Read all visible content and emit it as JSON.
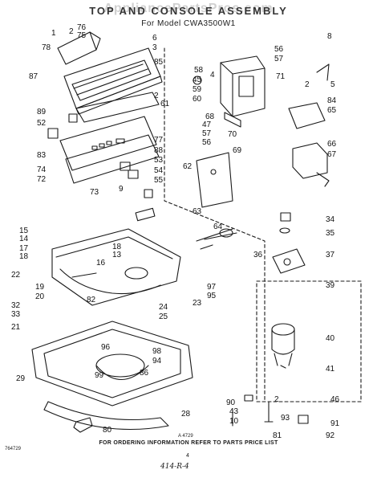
{
  "header": {
    "watermark": "AppliancePartsPros.com",
    "title": "TOP AND CONSOLE ASSEMBLY",
    "model": "For Model CWA3500W1"
  },
  "footer": {
    "note": "FOR ORDERING INFORMATION REFER TO PARTS PRICE LIST",
    "ref_left": "764729",
    "ref_center": "A 4729",
    "page_mark": "4",
    "handwritten": "414-R-4"
  },
  "callouts": [
    {
      "id": "2a",
      "label": "2"
    },
    {
      "id": "76",
      "label": "76"
    },
    {
      "id": "75",
      "label": "75"
    },
    {
      "id": "1",
      "label": "1"
    },
    {
      "id": "78",
      "label": "78"
    },
    {
      "id": "6",
      "label": "6"
    },
    {
      "id": "3",
      "label": "3"
    },
    {
      "id": "85",
      "label": "85"
    },
    {
      "id": "87",
      "label": "87"
    },
    {
      "id": "2b",
      "label": "2"
    },
    {
      "id": "89",
      "label": "89"
    },
    {
      "id": "52",
      "label": "52"
    },
    {
      "id": "83",
      "label": "83"
    },
    {
      "id": "74",
      "label": "74"
    },
    {
      "id": "72",
      "label": "72"
    },
    {
      "id": "73",
      "label": "73"
    },
    {
      "id": "77",
      "label": "77"
    },
    {
      "id": "88",
      "label": "88"
    },
    {
      "id": "53",
      "label": "53"
    },
    {
      "id": "54",
      "label": "54"
    },
    {
      "id": "55",
      "label": "55"
    },
    {
      "id": "9",
      "label": "9"
    },
    {
      "id": "56a",
      "label": "56"
    },
    {
      "id": "57a",
      "label": "57"
    },
    {
      "id": "8",
      "label": "8"
    },
    {
      "id": "58",
      "label": "58"
    },
    {
      "id": "4",
      "label": "4"
    },
    {
      "id": "45",
      "label": "45"
    },
    {
      "id": "59",
      "label": "59"
    },
    {
      "id": "60",
      "label": "60"
    },
    {
      "id": "61",
      "label": "61"
    },
    {
      "id": "68",
      "label": "68"
    },
    {
      "id": "47",
      "label": "47"
    },
    {
      "id": "57b",
      "label": "57"
    },
    {
      "id": "56b",
      "label": "56"
    },
    {
      "id": "70",
      "label": "70"
    },
    {
      "id": "69",
      "label": "69"
    },
    {
      "id": "71",
      "label": "71"
    },
    {
      "id": "2c",
      "label": "2"
    },
    {
      "id": "5",
      "label": "5"
    },
    {
      "id": "84",
      "label": "84"
    },
    {
      "id": "65",
      "label": "65"
    },
    {
      "id": "66",
      "label": "66"
    },
    {
      "id": "67",
      "label": "67"
    },
    {
      "id": "62",
      "label": "62"
    },
    {
      "id": "63",
      "label": "63"
    },
    {
      "id": "64",
      "label": "64"
    },
    {
      "id": "34",
      "label": "34"
    },
    {
      "id": "35",
      "label": "35"
    },
    {
      "id": "36",
      "label": "36"
    },
    {
      "id": "37",
      "label": "37"
    },
    {
      "id": "39",
      "label": "39"
    },
    {
      "id": "40",
      "label": "40"
    },
    {
      "id": "41",
      "label": "41"
    },
    {
      "id": "15",
      "label": "15"
    },
    {
      "id": "14",
      "label": "14"
    },
    {
      "id": "17",
      "label": "17"
    },
    {
      "id": "18a",
      "label": "18"
    },
    {
      "id": "18b",
      "label": "18"
    },
    {
      "id": "13",
      "label": "13"
    },
    {
      "id": "16",
      "label": "16"
    },
    {
      "id": "22",
      "label": "22"
    },
    {
      "id": "19",
      "label": "19"
    },
    {
      "id": "20",
      "label": "20"
    },
    {
      "id": "82",
      "label": "82"
    },
    {
      "id": "32",
      "label": "32"
    },
    {
      "id": "33",
      "label": "33"
    },
    {
      "id": "21",
      "label": "21"
    },
    {
      "id": "97",
      "label": "97"
    },
    {
      "id": "95",
      "label": "95"
    },
    {
      "id": "23",
      "label": "23"
    },
    {
      "id": "24",
      "label": "24"
    },
    {
      "id": "25",
      "label": "25"
    },
    {
      "id": "96",
      "label": "96"
    },
    {
      "id": "98",
      "label": "98"
    },
    {
      "id": "94",
      "label": "94"
    },
    {
      "id": "99",
      "label": "99"
    },
    {
      "id": "86",
      "label": "86"
    },
    {
      "id": "29",
      "label": "29"
    },
    {
      "id": "28",
      "label": "28"
    },
    {
      "id": "80",
      "label": "80"
    },
    {
      "id": "90",
      "label": "90"
    },
    {
      "id": "2d",
      "label": "2"
    },
    {
      "id": "46",
      "label": "46"
    },
    {
      "id": "43",
      "label": "43"
    },
    {
      "id": "10",
      "label": "10"
    },
    {
      "id": "93",
      "label": "93"
    },
    {
      "id": "91",
      "label": "91"
    },
    {
      "id": "81",
      "label": "81"
    },
    {
      "id": "92",
      "label": "92"
    }
  ]
}
